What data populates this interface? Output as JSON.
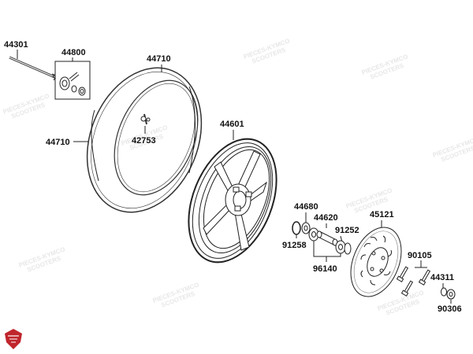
{
  "labels": {
    "p44301": "44301",
    "p44800": "44800",
    "p44710_top": "44710",
    "p44710_left": "44710",
    "p42753": "42753",
    "p44601": "44601",
    "p44680": "44680",
    "p44620": "44620",
    "p91252": "91252",
    "p91258": "91258",
    "p96140": "96140",
    "p45121": "45121",
    "p90105": "90105",
    "p44311": "44311",
    "p90306": "90306"
  },
  "watermark": {
    "line1": "PIECES-KYMCO",
    "line2": "SCOOTERS"
  },
  "colors": {
    "line": "#222222",
    "logo": "#c0262c"
  }
}
